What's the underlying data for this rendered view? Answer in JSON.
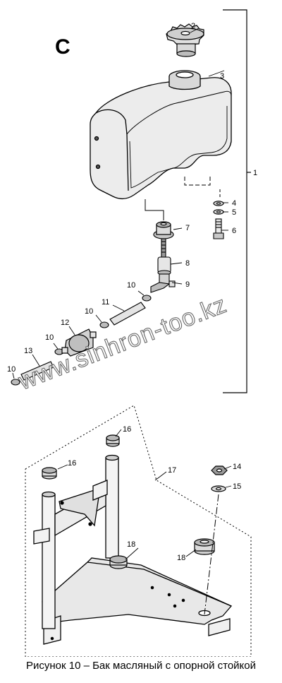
{
  "section_letter": "C",
  "watermark": "www.sinhron-too.kz",
  "caption": "Рисунок 10 – Бак масляный с опорной стойкой",
  "callouts": {
    "c1": "1",
    "c2": "2",
    "c3": "3",
    "c4": "4",
    "c5": "5",
    "c6": "6",
    "c7": "7",
    "c8": "8",
    "c9": "9",
    "c10a": "10",
    "c10b": "10",
    "c10c": "10",
    "c10d": "10",
    "c11": "11",
    "c12": "12",
    "c13": "13",
    "c14": "14",
    "c15": "15",
    "c16a": "16",
    "c16b": "16",
    "c17": "17",
    "c18a": "18",
    "c18b": "18"
  }
}
